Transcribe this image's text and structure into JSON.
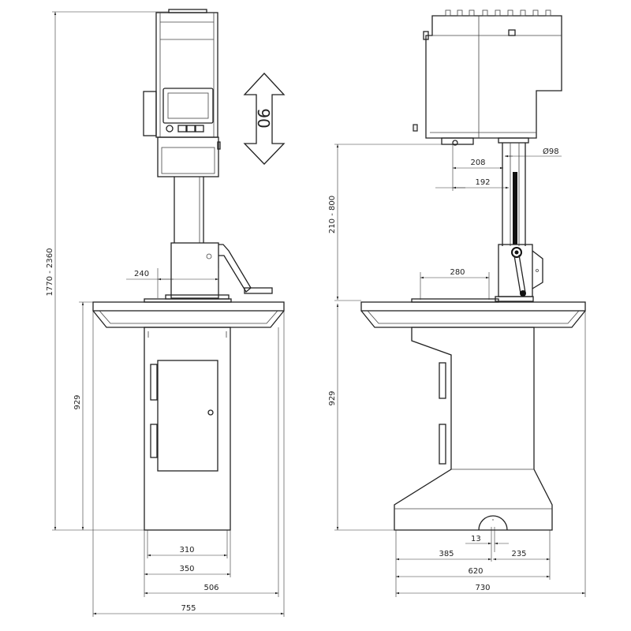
{
  "front_view": {
    "stroke_arrow_label": "90",
    "dims": {
      "total_height": "1770 - 2360",
      "table_height": "929",
      "plate_width": "240",
      "width_310": "310",
      "width_350": "350",
      "width_506": "506",
      "table_width": "755"
    }
  },
  "side_view": {
    "dims": {
      "column_diameter": "Ø98",
      "throat_208": "208",
      "throat_192": "192",
      "stroke_range": "210 - 800",
      "plate_depth": "280",
      "table_height": "929",
      "slot_13": "13",
      "base_385": "385",
      "base_235": "235",
      "base_620": "620",
      "table_depth": "730"
    }
  }
}
